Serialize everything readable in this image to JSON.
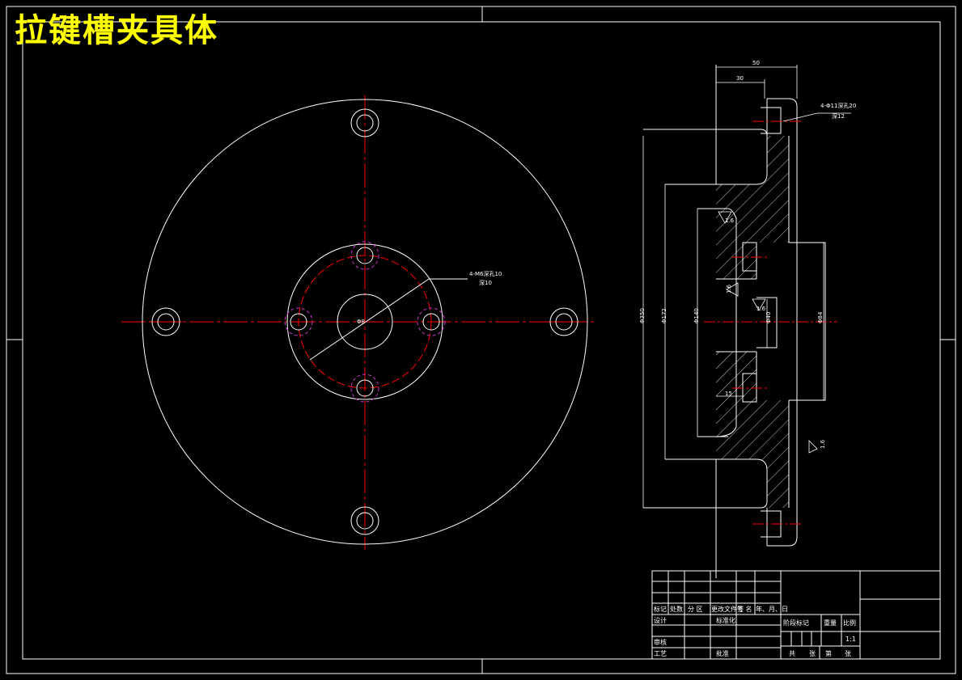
{
  "title": "拉键槽夹具体",
  "colors": {
    "background": "#000000",
    "line": "#ffffff",
    "center": "#ff0000",
    "hidden": "#cc33cc",
    "title": "#ffff00"
  },
  "annotations": {
    "hole_note": "4-M6深孔10",
    "hole_note2": "深10",
    "counterbore_note": "4-Φ11深孔20",
    "counterbore_note2": "深12",
    "dim_top_total": "50",
    "dim_top_inner": "30",
    "dim_d1": "Φ350",
    "dim_d2": "Φ172",
    "dim_d3": "Φ140",
    "dim_d4": "Φ40",
    "dim_d5": "Φ84",
    "dim_depth": "15",
    "rough1": "1.6",
    "rough2": "1.6",
    "rough3": "1.6",
    "rough4": "1.6",
    "scale": "1:1",
    "plan_mark": "Φ8"
  },
  "title_block": {
    "row_labels": [
      "标记",
      "处数",
      "分 区",
      "更改文件号",
      "签 名",
      "年、月、日"
    ],
    "design": "设计",
    "standard": "标准化",
    "review": "审核",
    "process": "工艺",
    "approve": "批准",
    "stage": "阶段标记",
    "weight": "重量",
    "ratio": "比例",
    "sheets": "共",
    "sheet_word": "张",
    "page": "第",
    "page_word": "张"
  }
}
